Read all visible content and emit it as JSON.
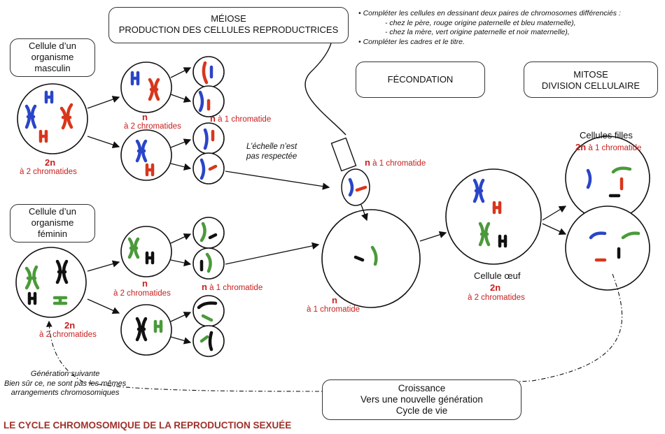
{
  "instructions": [
    "• Compléter les cellules en dessinant deux paires de chromosomes différenciés :",
    "- chez le père, rouge origine paternelle et bleu maternelle),",
    "- chez la mère, vert origine paternelle et noir maternelle),",
    "• Compléter les cadres et le titre."
  ],
  "boxes": {
    "meiose": [
      "MÉIOSE",
      "PRODUCTION DES CELLULES REPRODUCTRICES"
    ],
    "fecondation": [
      "FÉCONDATION"
    ],
    "mitose": [
      "MITOSE",
      "DIVISION CELLULAIRE"
    ],
    "male": [
      "Cellule d’un",
      "organisme",
      "masculin"
    ],
    "female": [
      "Cellule d’un",
      "organisme",
      "féminin"
    ],
    "croissance": [
      "Croissance",
      "Vers une nouvelle génération",
      "Cycle de vie"
    ]
  },
  "labels": {
    "two_n": "2n",
    "n": "n",
    "two_chromatids": "à 2 chromatides",
    "one_chromatid": "à 1 chromatide",
    "scale_note": [
      "L’échelle n’est",
      "pas respectée"
    ],
    "cellules_filles": "Cellules filles",
    "cellule_oeuf": "Cellule œuf",
    "generation_note": [
      "Génération suivante",
      "Bien sûr ce, ne sont pas les mêmes",
      "arrangements chromosomiques"
    ]
  },
  "colors": {
    "blue": "#2a45c8",
    "red": "#d8361c",
    "green": "#4a9a3a",
    "black": "#111111",
    "label_red": "#c8201e",
    "title_color": "#a0302a"
  },
  "title": "LE CYCLE CHROMOSOMIQUE DE LA REPRODUCTION SEXUÉE"
}
